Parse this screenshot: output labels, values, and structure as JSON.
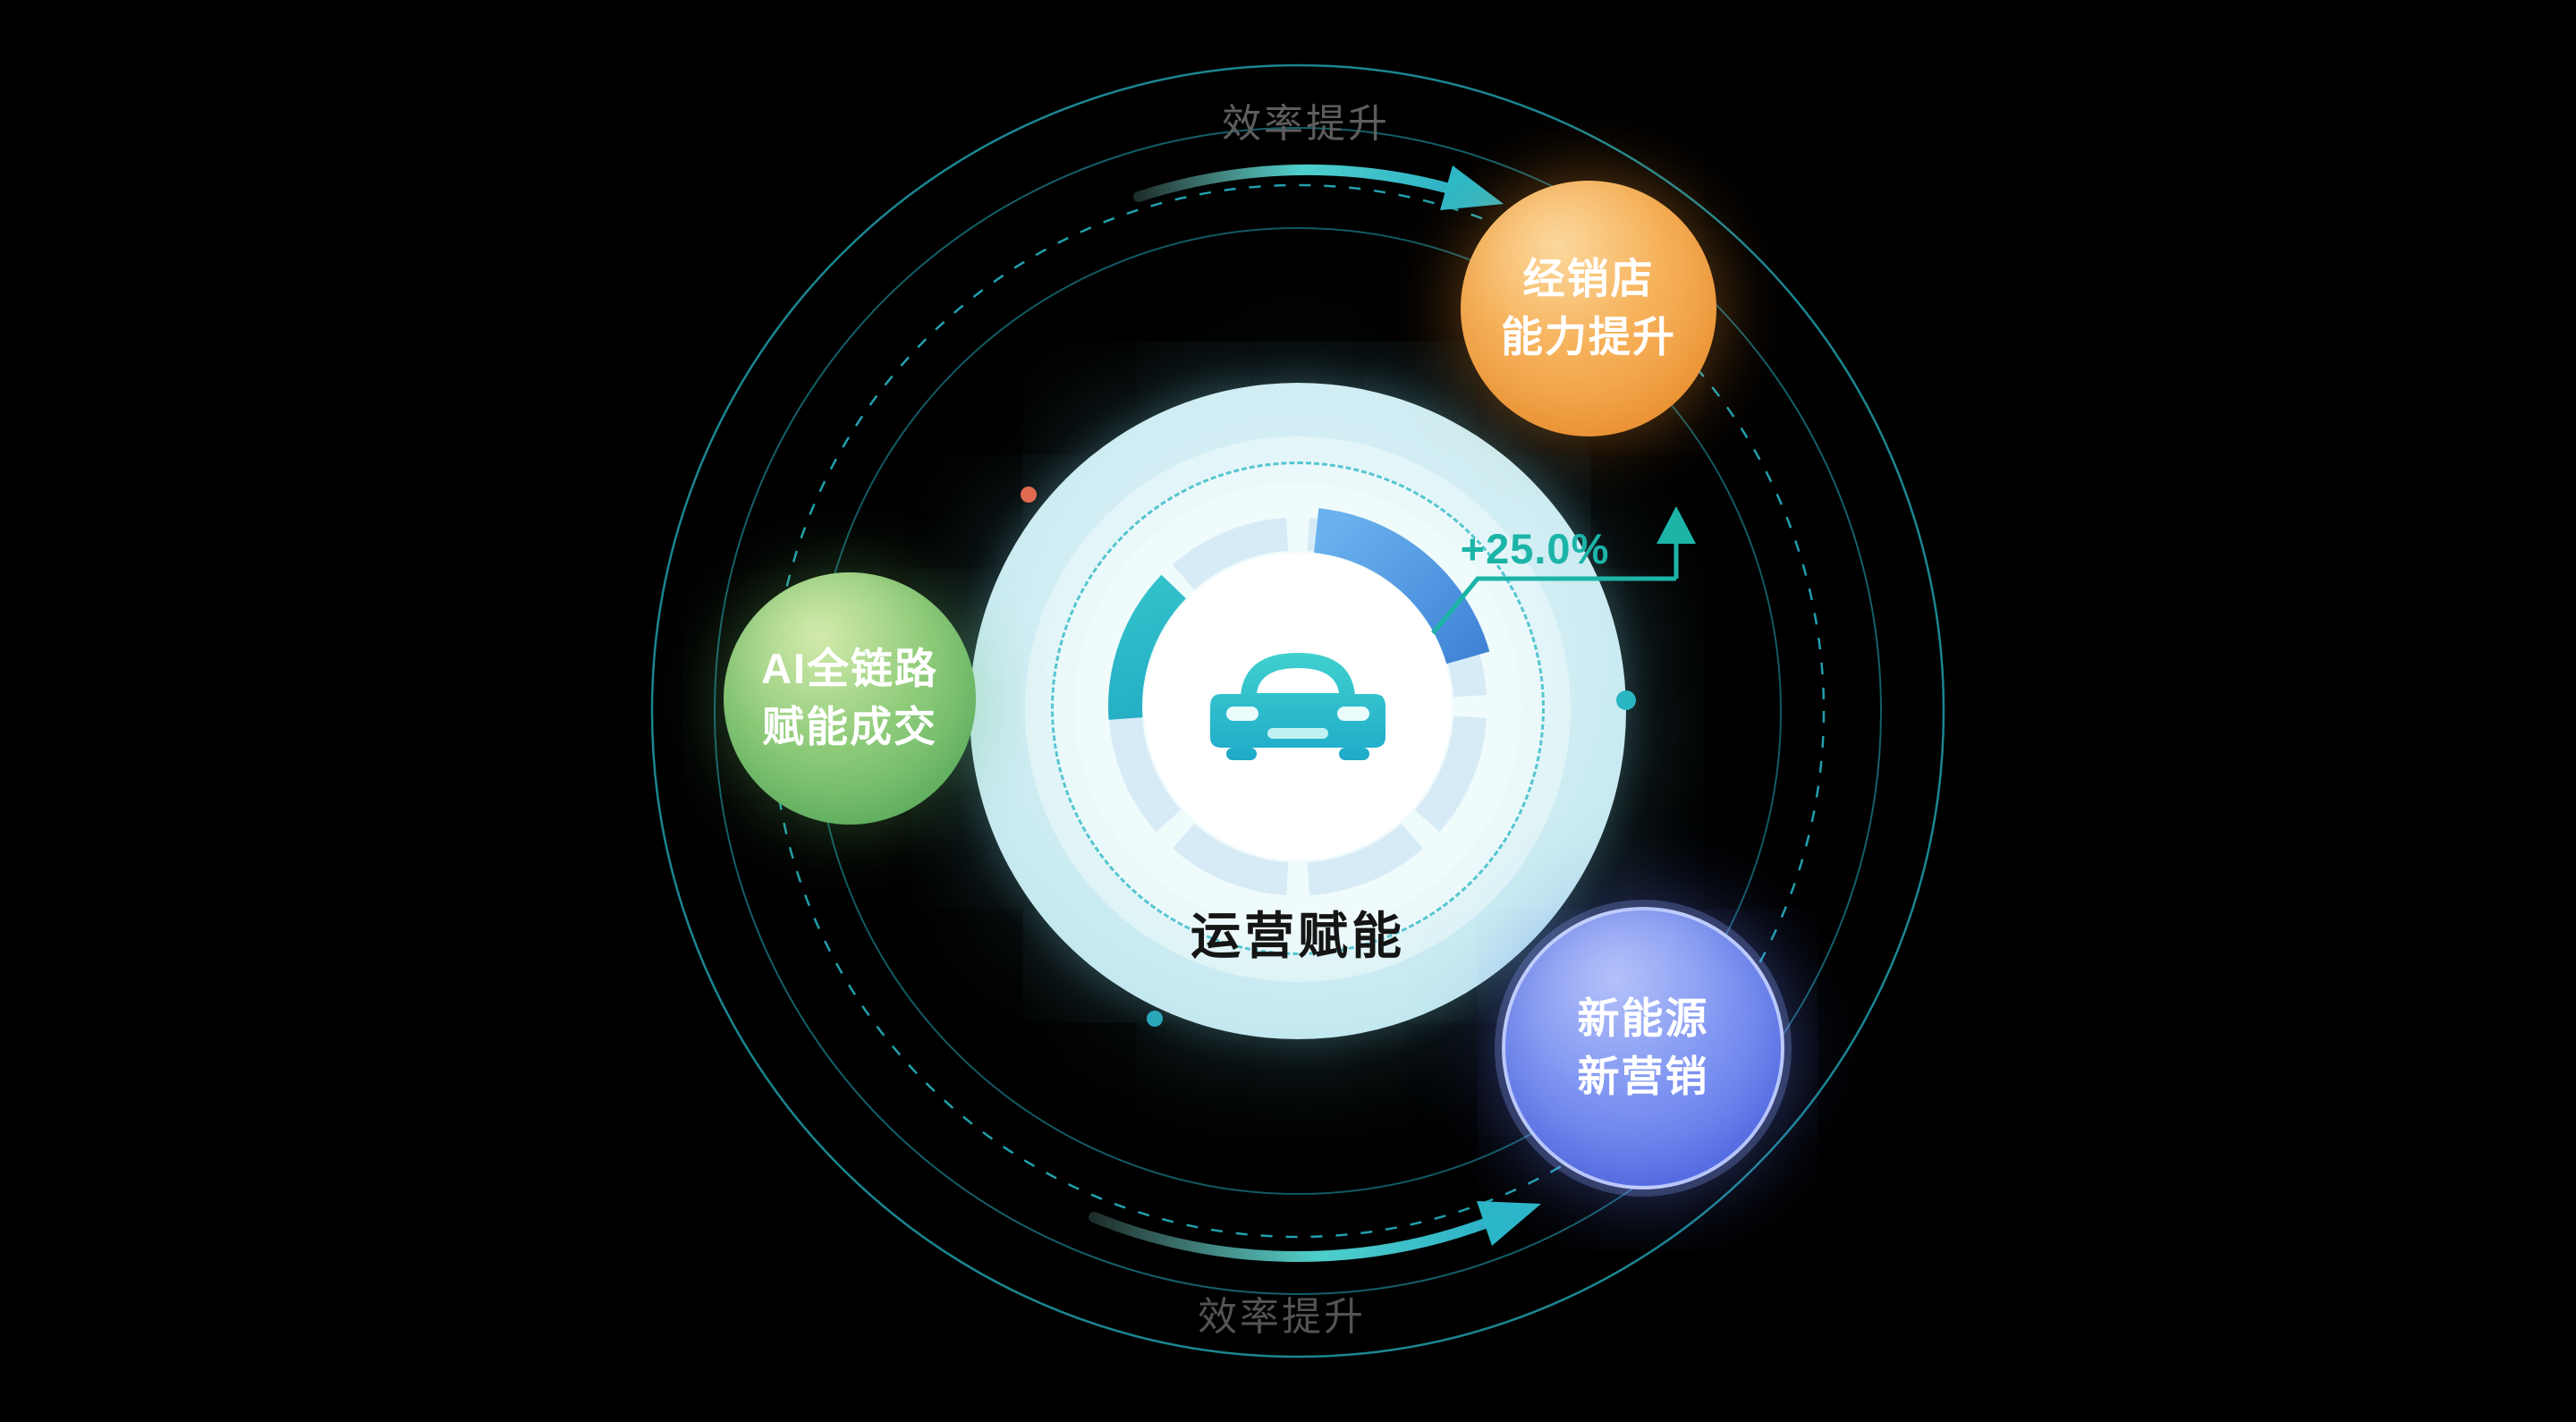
{
  "diagram": {
    "center": {
      "label": "运营赋能",
      "metric": "+25.0%"
    },
    "bubbles": {
      "dealer": {
        "line1": "经销店",
        "line2": "能力提升"
      },
      "ai": {
        "line1": "AI全链路",
        "line2": "赋能成交"
      },
      "nev": {
        "line1": "新能源",
        "line2": "新营销"
      }
    },
    "orbit_labels": {
      "top": "效率提升",
      "bottom": "效率提升"
    },
    "icons": {
      "center": "car-icon",
      "gauge": "gauge-ring-icon",
      "arrows": "curved-arrow-icon"
    },
    "colors": {
      "background": "#000000",
      "orbit_teal": "#1e95a2",
      "arrow_teal": "#2cb8c8",
      "metric_teal": "#1db4a8",
      "glow_cyan": "#cfedf3",
      "bubble_orange": "#ef9433",
      "bubble_green": "#5fb364",
      "bubble_blue": "#5570e8",
      "dot_red": "#e06a50",
      "dot_teal": "#29b6c2",
      "label_gray": "#5d5d5d"
    }
  }
}
